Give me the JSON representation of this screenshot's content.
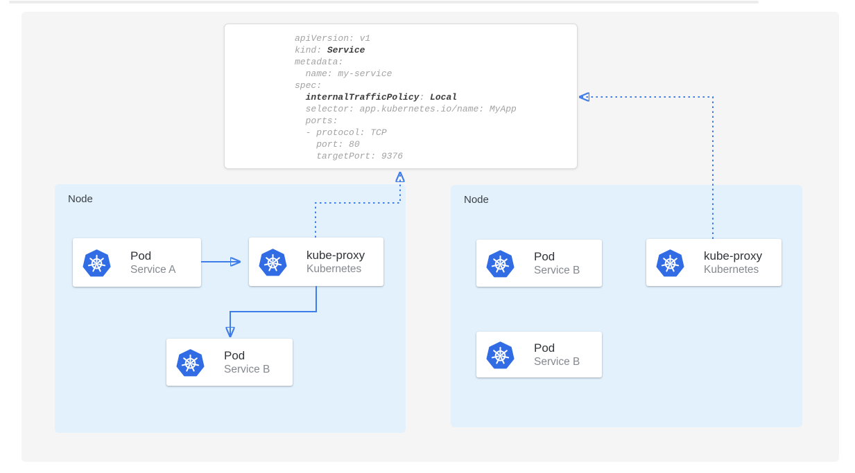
{
  "figure": {
    "description": "Kubernetes Service internal traffic policy diagram"
  },
  "code_box": {
    "lines": [
      [
        {
          "text": "apiVersion: v1",
          "bold": false
        }
      ],
      [
        {
          "text": "kind: ",
          "bold": false
        },
        {
          "text": "Service",
          "bold": true
        }
      ],
      [
        {
          "text": "metadata:",
          "bold": false
        }
      ],
      [
        {
          "text": "  name: my-service",
          "bold": false
        }
      ],
      [
        {
          "text": "spec:",
          "bold": false
        }
      ],
      [
        {
          "text": "  ",
          "bold": false
        },
        {
          "text": "internalTrafficPolicy",
          "bold": true
        },
        {
          "text": ": ",
          "bold": false
        },
        {
          "text": "Local",
          "bold": true
        }
      ],
      [
        {
          "text": "  selector: app.kubernetes.io/name: MyApp",
          "bold": false
        }
      ],
      [
        {
          "text": "  ports:",
          "bold": false
        }
      ],
      [
        {
          "text": "  - protocol: TCP",
          "bold": false
        }
      ],
      [
        {
          "text": "    port: 80",
          "bold": false
        }
      ],
      [
        {
          "text": "    targetPort: 9376",
          "bold": false
        }
      ]
    ]
  },
  "nodes": [
    {
      "label": "Node"
    },
    {
      "label": "Node"
    }
  ],
  "cards": [
    {
      "title": "Pod",
      "subtitle": "Service A",
      "icon": "kubernetes-icon"
    },
    {
      "title": "kube-proxy",
      "subtitle": "Kubernetes",
      "icon": "kubernetes-icon"
    },
    {
      "title": "Pod",
      "subtitle": "Service B",
      "icon": "kubernetes-icon"
    },
    {
      "title": "Pod",
      "subtitle": "Service B",
      "icon": "kubernetes-icon"
    },
    {
      "title": "Pod",
      "subtitle": "Service B",
      "icon": "kubernetes-icon"
    },
    {
      "title": "kube-proxy",
      "subtitle": "Kubernetes",
      "icon": "kubernetes-icon"
    }
  ],
  "colors": {
    "arrow-blue": "#3e7ce8",
    "k8s-blue": "#326ce5",
    "node-fill": "#e3f1fc",
    "panel-fill": "#f5f5f6",
    "code-gray": "#a3a3a3",
    "code-bold": "#3d3d3d",
    "title-color": "#303338",
    "subtitle-color": "#84898f",
    "node-label-color": "#3b4045"
  }
}
